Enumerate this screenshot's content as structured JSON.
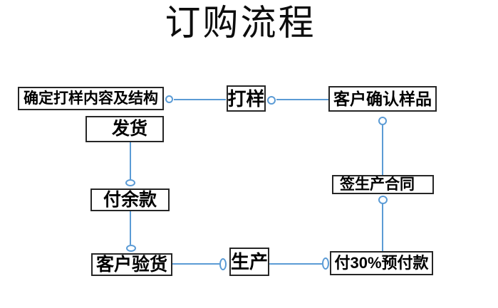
{
  "title": "订购流程",
  "colors": {
    "connector_blue": "#5B9BD5",
    "box_border": "#262626",
    "text": "#000000",
    "background": "#ffffff"
  },
  "diagram": {
    "type": "flowchart",
    "nodes": [
      {
        "id": "confirm-content",
        "label": "确定打样内容及结构"
      },
      {
        "id": "sampling",
        "label": "打样"
      },
      {
        "id": "customer-confirm-sample",
        "label": "客户确认样品"
      },
      {
        "id": "shipping",
        "label": "发货"
      },
      {
        "id": "sign-production-contract",
        "label": "签生产合同"
      },
      {
        "id": "pay-balance",
        "label": "付余款"
      },
      {
        "id": "customer-inspection",
        "label": "客户验货"
      },
      {
        "id": "production",
        "label": "生产"
      },
      {
        "id": "pay-deposit",
        "label": "付30%预付款"
      }
    ],
    "edges": [
      {
        "from": "确定打样内容及结构",
        "to": "打样"
      },
      {
        "from": "打样",
        "to": "客户确认样品"
      },
      {
        "from": "客户确认样品",
        "to": "签生产合同"
      },
      {
        "from": "签生产合同",
        "to": "付30%预付款"
      },
      {
        "from": "付30%预付款",
        "to": "生产"
      },
      {
        "from": "生产",
        "to": "客户验货"
      },
      {
        "from": "客户验货",
        "to": "付余款"
      },
      {
        "from": "付余款",
        "to": "发货"
      }
    ]
  }
}
